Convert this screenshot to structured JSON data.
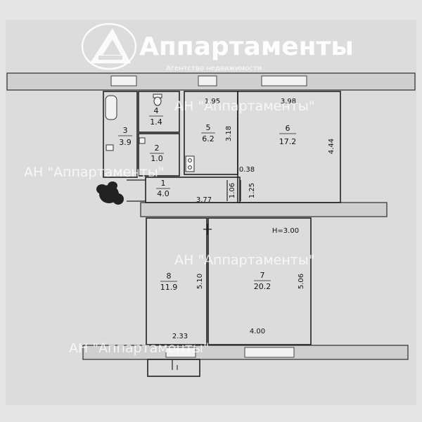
{
  "brand": {
    "name": "Аппартаменты",
    "tagline": "Агентство недвижимости"
  },
  "watermark_text": "АН \"Аппартаменты\"",
  "height_note": "H=3.00",
  "rooms": [
    {
      "num": "1",
      "area": "4.0"
    },
    {
      "num": "2",
      "area": "1.0"
    },
    {
      "num": "3",
      "area": "3.9"
    },
    {
      "num": "4",
      "area": "1.4"
    },
    {
      "num": "5",
      "area": "6.2"
    },
    {
      "num": "6",
      "area": "17.2"
    },
    {
      "num": "7",
      "area": "20.2"
    },
    {
      "num": "8",
      "area": "11.9"
    }
  ],
  "dimensions": [
    "1.95",
    "3.98",
    "3.18",
    "4.44",
    "0.38",
    "1.06",
    "1.25",
    "3.77",
    "5.10",
    "5.06",
    "2.33",
    "4.00"
  ],
  "entrance_mark": "I"
}
